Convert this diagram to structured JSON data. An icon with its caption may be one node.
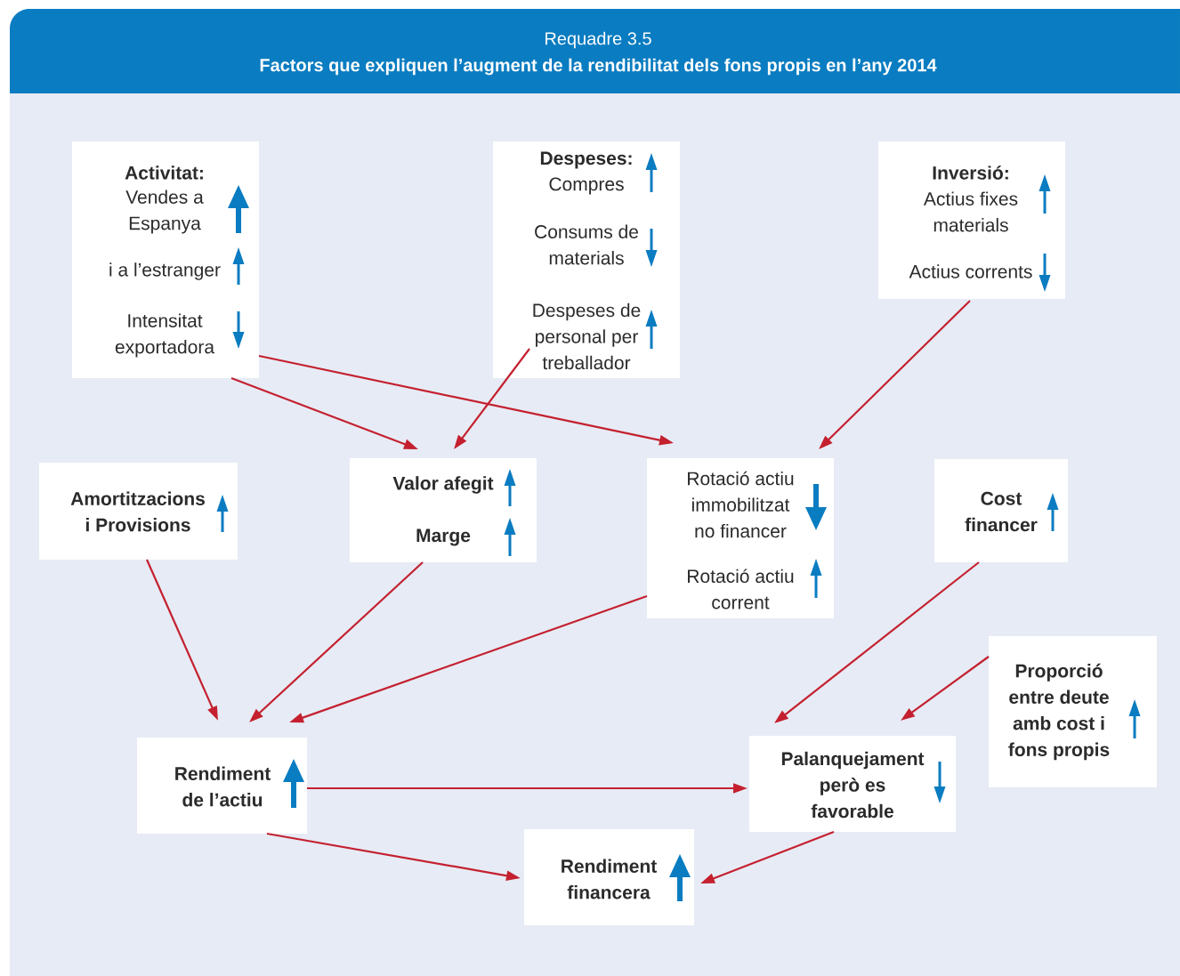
{
  "diagram": {
    "title": "Factors que expliquen l’augment de la rendibilitat dels fons propis en l’any 2014",
    "labels": [
      "Requadre 3.5"
    ],
    "nodes": [
      {
        "text": [
          "Activitat:",
          "Vendes a Espanya",
          "i a l’estranger",
          "Intensitat exportadora"
        ]
      },
      {
        "text": [
          "Despeses:",
          "Compres",
          "Consums de materials",
          "Despeses de personal per treballador"
        ]
      },
      {
        "text": [
          "Inversió:",
          "Actius fixes materials",
          "Actius corrents"
        ]
      },
      {
        "text": [
          "Amortitzacions i Provisions"
        ]
      },
      {
        "text": [
          "Valor afegit",
          "Marge"
        ]
      },
      {
        "text": [
          "Rotació actiu immobilitzat no financer",
          "Rotació actiu corrent"
        ]
      },
      {
        "text": [
          "Cost financer"
        ]
      },
      {
        "text": [
          "Proporció entre deute amb cost i fons propis"
        ]
      },
      {
        "text": [
          "Rendiment de l’actiu"
        ]
      },
      {
        "text": [
          "Palanquejament però es favorable"
        ]
      },
      {
        "text": [
          "Rendiment financera"
        ]
      }
    ],
    "edges": [
      {
        "from": 0,
        "to": 4,
        "arrow": "to"
      },
      {
        "from": 0,
        "to": 5,
        "arrow": "to"
      },
      {
        "from": 1,
        "to": 4,
        "arrow": "to"
      },
      {
        "from": 2,
        "to": 5,
        "arrow": "to"
      },
      {
        "from": 3,
        "to": 8,
        "arrow": "to"
      },
      {
        "from": 4,
        "to": 8,
        "arrow": "to"
      },
      {
        "from": 5,
        "to": 8,
        "arrow": "to"
      },
      {
        "from": 6,
        "to": 9,
        "arrow": "to"
      },
      {
        "from": 7,
        "to": 9,
        "arrow": "to"
      },
      {
        "from": 8,
        "to": 9,
        "arrow": "to"
      },
      {
        "from": 8,
        "to": 10,
        "arrow": "to"
      },
      {
        "from": 9,
        "to": 10,
        "arrow": "to"
      }
    ]
  }
}
